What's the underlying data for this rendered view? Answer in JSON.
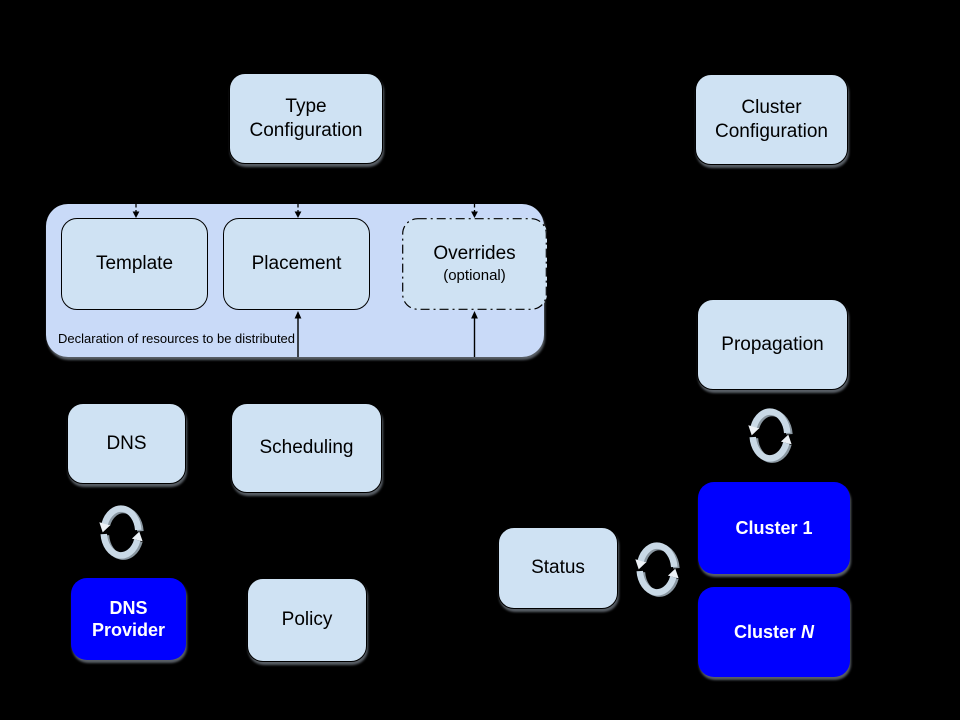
{
  "colors": {
    "background": "#000000",
    "box_fill": "#cfe2f3",
    "group_fill": "#c9daf8",
    "highlight_fill": "#0000ff",
    "box_border": "#000000",
    "text": "#000000",
    "text_on_blue": "#ffffff",
    "sync_arrow": "#c9d9e6",
    "sync_shadow": "#8a97a1",
    "sync_arrowhead": "#edf2f7"
  },
  "diagram": {
    "top": {
      "type_configuration": "Type Configuration",
      "cluster_configuration": "Cluster Configuration"
    },
    "resource_group": {
      "caption": "Declaration of resources to be distributed",
      "template": "Template",
      "placement": "Placement",
      "overrides": "Overrides",
      "overrides_note": "(optional)"
    },
    "left_column": {
      "dns": "DNS",
      "scheduling": "Scheduling",
      "dns_provider": "DNS Provider",
      "policy": "Policy"
    },
    "right_column": {
      "propagation": "Propagation",
      "status": "Status",
      "cluster_1": "Cluster 1",
      "cluster_n_prefix": "Cluster ",
      "cluster_n_suffix": "N"
    },
    "icons": {
      "sync": "circular-sync-arrows"
    }
  }
}
